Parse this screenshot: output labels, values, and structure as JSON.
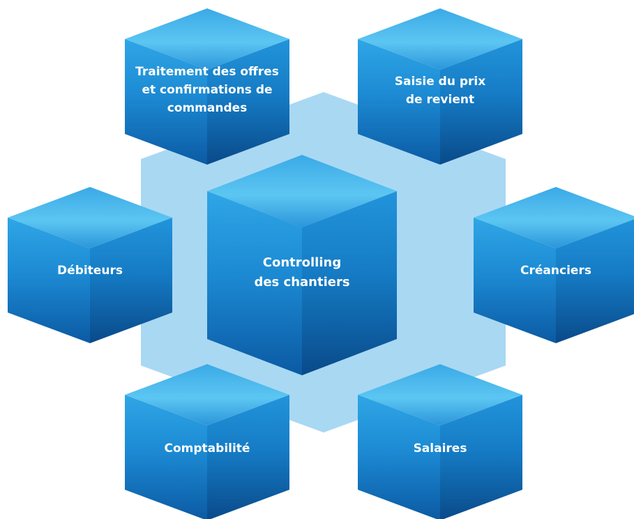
{
  "diagram": {
    "colors": {
      "background": "#ffffff",
      "hexagon": "#a9d8f3",
      "cube_top_light": "#5cc3ef",
      "cube_top_dark": "#1a86cc",
      "cube_left_light": "#2aa4e3",
      "cube_left_dark": "#0b5ea9",
      "cube_right_light": "#1f8dd6",
      "cube_right_dark": "#0a4c8e",
      "label": "#ffffff"
    },
    "center": {
      "label_lines": [
        "Controlling",
        "des chantiers"
      ]
    },
    "modules": [
      {
        "id": "offres",
        "label_lines": [
          "Traitement des offres",
          "et confirmations de",
          "commandes"
        ]
      },
      {
        "id": "prix-revient",
        "label_lines": [
          "Saisie du prix",
          "de revient"
        ]
      },
      {
        "id": "debiteurs",
        "label_lines": [
          "Débiteurs"
        ]
      },
      {
        "id": "creanciers",
        "label_lines": [
          "Créanciers"
        ]
      },
      {
        "id": "comptabilite",
        "label_lines": [
          "Comptabilité"
        ]
      },
      {
        "id": "salaires",
        "label_lines": [
          "Salaires"
        ]
      }
    ]
  }
}
